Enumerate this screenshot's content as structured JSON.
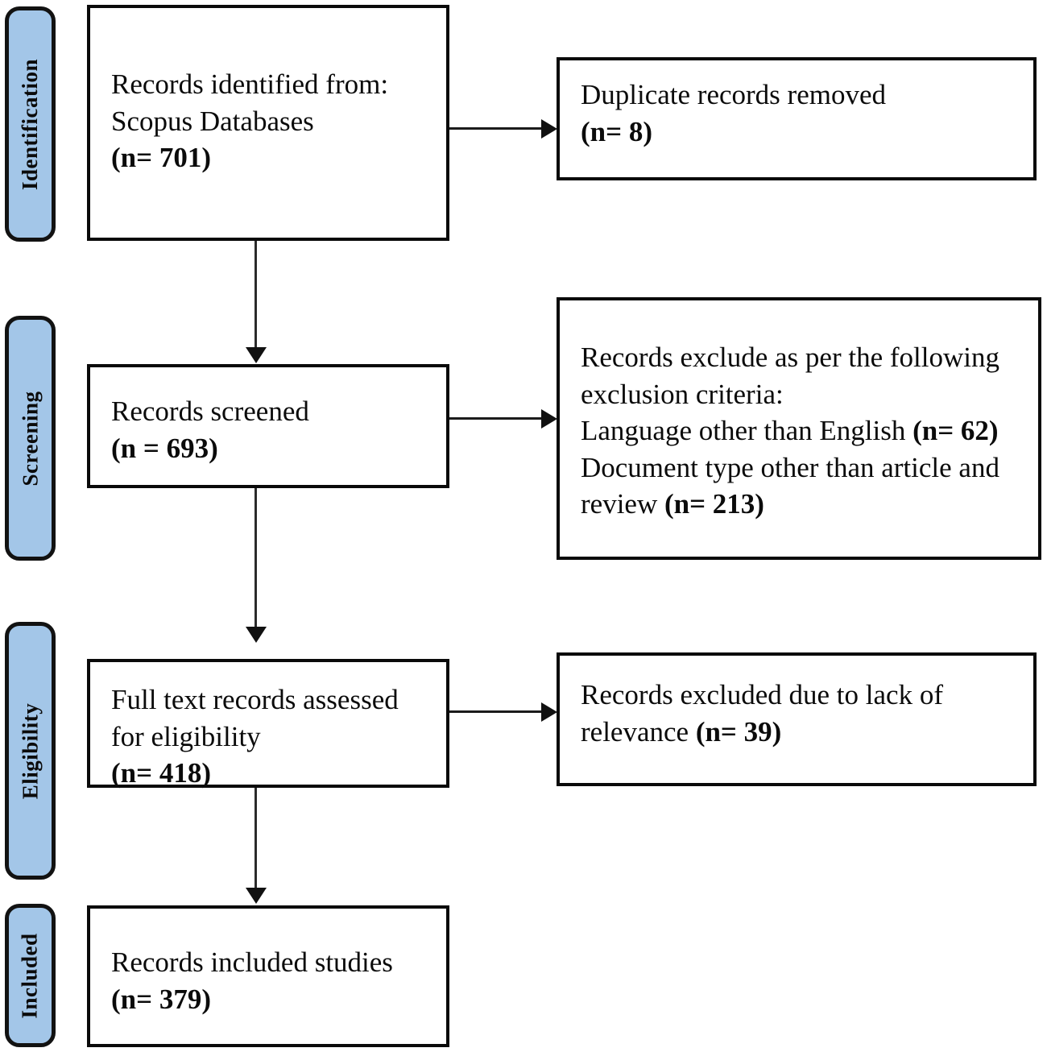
{
  "diagram": {
    "title": "PRISMA flow diagram",
    "accent_color": "#A3C6E8",
    "line_color": "#111111",
    "background": "#FFFFFF"
  },
  "stages": [
    {
      "id": "identification",
      "label": "Identification"
    },
    {
      "id": "screening",
      "label": "Screening"
    },
    {
      "id": "eligibility",
      "label": "Eligibility"
    },
    {
      "id": "included",
      "label": "Included"
    }
  ],
  "boxes": {
    "records_identified": {
      "line1": "Records identified from:",
      "line2": "Scopus Databases",
      "count": "(n= 701)",
      "n": 701
    },
    "duplicates_removed": {
      "line1": "Duplicate records removed",
      "count": " (n= 8)",
      "n": 8
    },
    "records_screened": {
      "line1": "Records screened",
      "count": "(n = 693)",
      "n": 693
    },
    "records_excluded_criteria": {
      "line1": "Records exclude as per the following",
      "line2": "exclusion criteria:",
      "line3_text": "Language other than English ",
      "line3_count": "(n= 62)",
      "line4_text": "Document type other than article and",
      "line5_text": "review ",
      "line5_count": "(n= 213)",
      "n_language": 62,
      "n_doctype": 213
    },
    "full_text_assessed": {
      "line1": "Full text records assessed",
      "line2": "for eligibility",
      "count": "(n= 418)",
      "n": 418
    },
    "excluded_relevance": {
      "line1": "Records excluded due to lack of",
      "line2_text": "relevance ",
      "line2_count": "(n= 39)",
      "n": 39
    },
    "records_included": {
      "line1": "Records included studies",
      "count": "(n= 379)",
      "n": 379
    }
  },
  "connectors": [
    {
      "id": "identified-to-duplicates",
      "type": "horizontal-arrow"
    },
    {
      "id": "identified-to-screened",
      "type": "vertical-arrow"
    },
    {
      "id": "screened-to-excluded",
      "type": "horizontal-arrow"
    },
    {
      "id": "screened-to-fulltext",
      "type": "vertical-arrow"
    },
    {
      "id": "fulltext-to-relevance",
      "type": "horizontal-arrow"
    },
    {
      "id": "fulltext-to-included",
      "type": "vertical-arrow"
    }
  ]
}
